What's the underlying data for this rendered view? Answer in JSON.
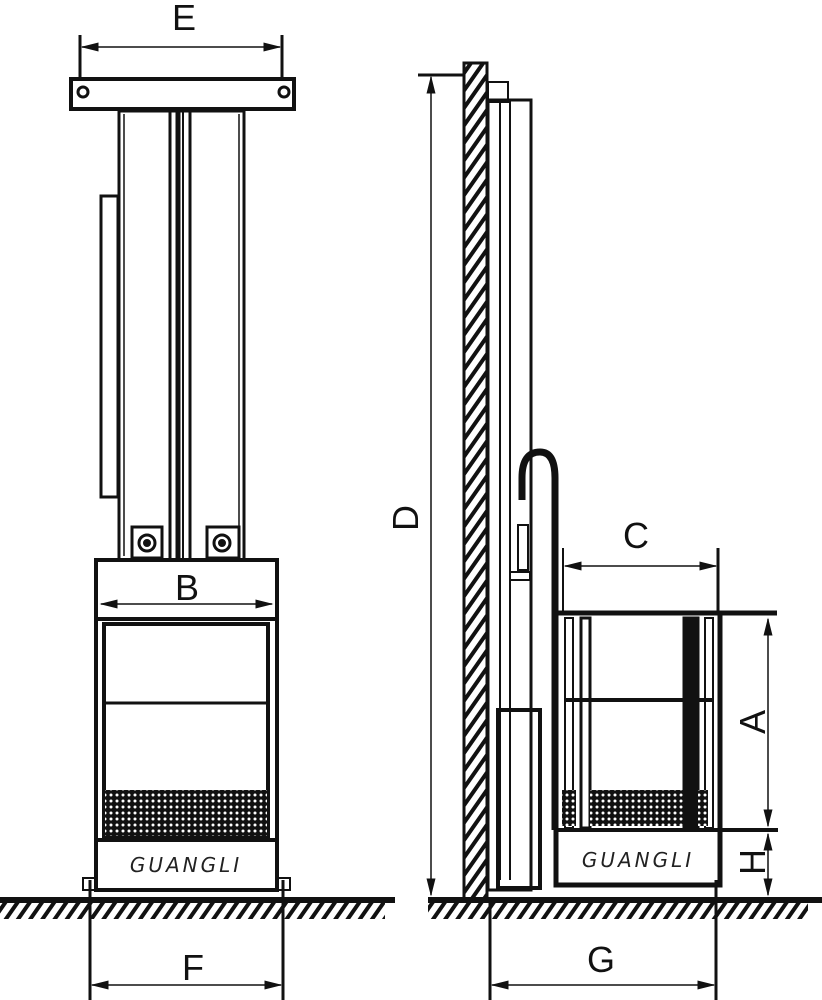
{
  "labels": {
    "A": "A",
    "B": "B",
    "C": "C",
    "D": "D",
    "E": "E",
    "F": "F",
    "G": "G",
    "H": "H"
  },
  "brand": "GUANGLI",
  "colors": {
    "line": "#111111",
    "background": "#ffffff"
  }
}
